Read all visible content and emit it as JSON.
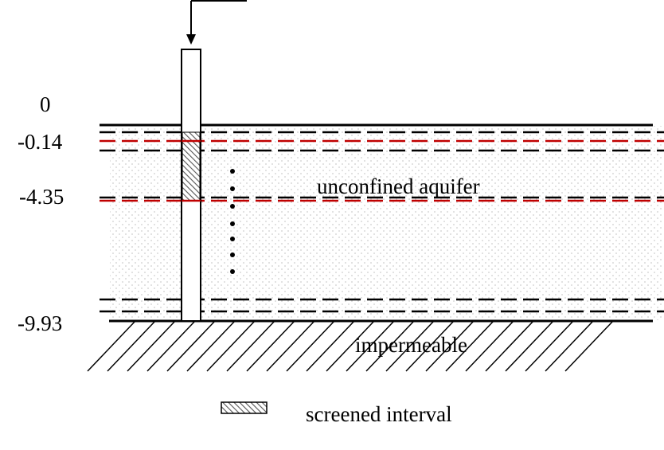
{
  "depth_labels": {
    "surface": "0",
    "water_table": "-0.14",
    "screen_bottom": "-4.35",
    "aquifer_base": "-9.93"
  },
  "layers": {
    "aquifer": "unconfined aquifer",
    "base": "impermeable"
  },
  "legend": {
    "screened_interval": "screened interval"
  },
  "colors": {
    "line": "#000000",
    "water_level": "#c00000",
    "hatch": "#555555",
    "sand_dots": "#9a9a9a"
  }
}
